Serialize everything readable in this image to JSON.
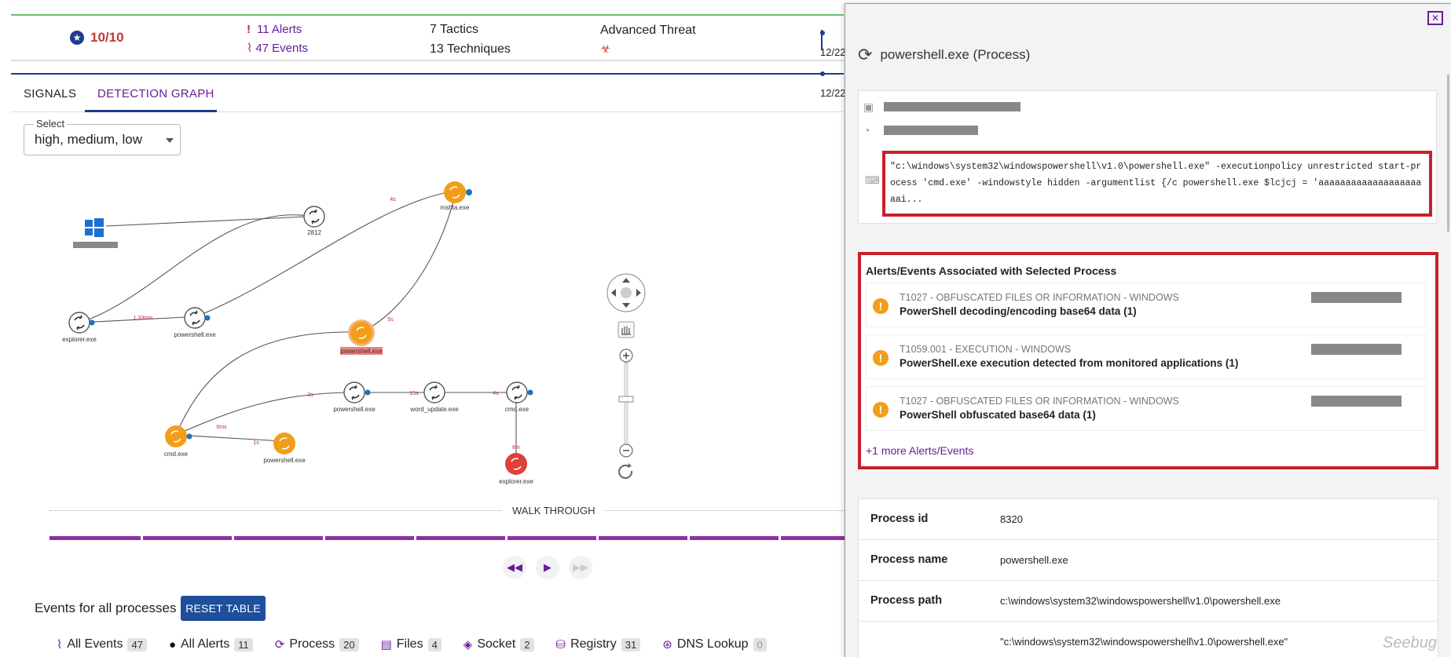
{
  "summary": {
    "score": "10/10",
    "alerts": "11 Alerts",
    "events": "47 Events",
    "tactics": "7 Tactics",
    "techniques": "13 Techniques",
    "threat_type": "Advanced Threat",
    "date1": "12/22",
    "date2": "12/22"
  },
  "tabs": {
    "signals": "SIGNALS",
    "detection_graph": "DETECTION GRAPH"
  },
  "select": {
    "legend": "Select",
    "value": "high, medium, low"
  },
  "graph": {
    "nodes": {
      "n_2812": "2812",
      "n_mshta": "mshta.exe",
      "n_explorer1": "explorer.exe",
      "n_powershell1": "powershell.exe",
      "n_powershell2": "powershell.exe",
      "n_powershell3": "powershell.exe",
      "n_word": "word_update.exe",
      "n_cmd1": "cmd.exe",
      "n_cmd2": "cmd.exe",
      "n_powershell4": "powershell.exe",
      "n_explorer2": "explorer.exe"
    },
    "edges": {
      "e1": "1.33min",
      "e2": "4s",
      "e3": "5s",
      "e4": "2s",
      "e5": "15s",
      "e6": "4s",
      "e7": "0ms",
      "e8": "1s",
      "e9": "8m"
    }
  },
  "walk_through": "WALK THROUGH",
  "events_title": "Events for all processes",
  "reset_button": "RESET TABLE",
  "filters": [
    {
      "label": "All Events",
      "count": "47",
      "icon": "pulse-icon"
    },
    {
      "label": "All Alerts",
      "count": "11",
      "icon": "alert-icon"
    },
    {
      "label": "Process",
      "count": "20",
      "icon": "process-icon"
    },
    {
      "label": "Files",
      "count": "4",
      "icon": "file-icon"
    },
    {
      "label": "Socket",
      "count": "2",
      "icon": "socket-icon"
    },
    {
      "label": "Registry",
      "count": "31",
      "icon": "registry-icon"
    },
    {
      "label": "DNS Lookup",
      "count": "0",
      "icon": "dns-icon"
    }
  ],
  "panel": {
    "title": "powershell.exe (Process)",
    "cmdline": "\"c:\\windows\\system32\\windowspowershell\\v1.0\\powershell.exe\" -executionpolicy unrestricted start-process 'cmd.exe' -windowstyle hidden -argumentlist {/c powershell.exe $lcjcj = 'aaaaaaaaaaaaaaaaaaaaai...",
    "alerts_heading": "Alerts/Events Associated with Selected Process",
    "alerts": [
      {
        "category": "T1027 - OBFUSCATED FILES OR INFORMATION - WINDOWS",
        "description": "PowerShell decoding/encoding base64 data (1)"
      },
      {
        "category": "T1059.001 - EXECUTION - WINDOWS",
        "description": "PowerShell.exe execution detected from monitored applications (1)"
      },
      {
        "category": "T1027 - OBFUSCATED FILES OR INFORMATION - WINDOWS",
        "description": "PowerShell obfuscated base64 data (1)"
      }
    ],
    "more_link": "+1 more Alerts/Events",
    "details": {
      "process_id_label": "Process id",
      "process_id": "8320",
      "process_name_label": "Process name",
      "process_name": "powershell.exe",
      "process_path_label": "Process path",
      "process_path": "c:\\windows\\system32\\windowspowershell\\v1.0\\powershell.exe",
      "cmd_value": "\"c:\\windows\\system32\\windowspowershell\\v1.0\\powershell.exe\""
    }
  },
  "watermark": "Seebug",
  "colors": {
    "accent": "#6a1b9a",
    "navy": "#1e3c8c",
    "danger": "#c8202a",
    "node_orange": "#f29e1a",
    "node_red": "#e0403a"
  }
}
